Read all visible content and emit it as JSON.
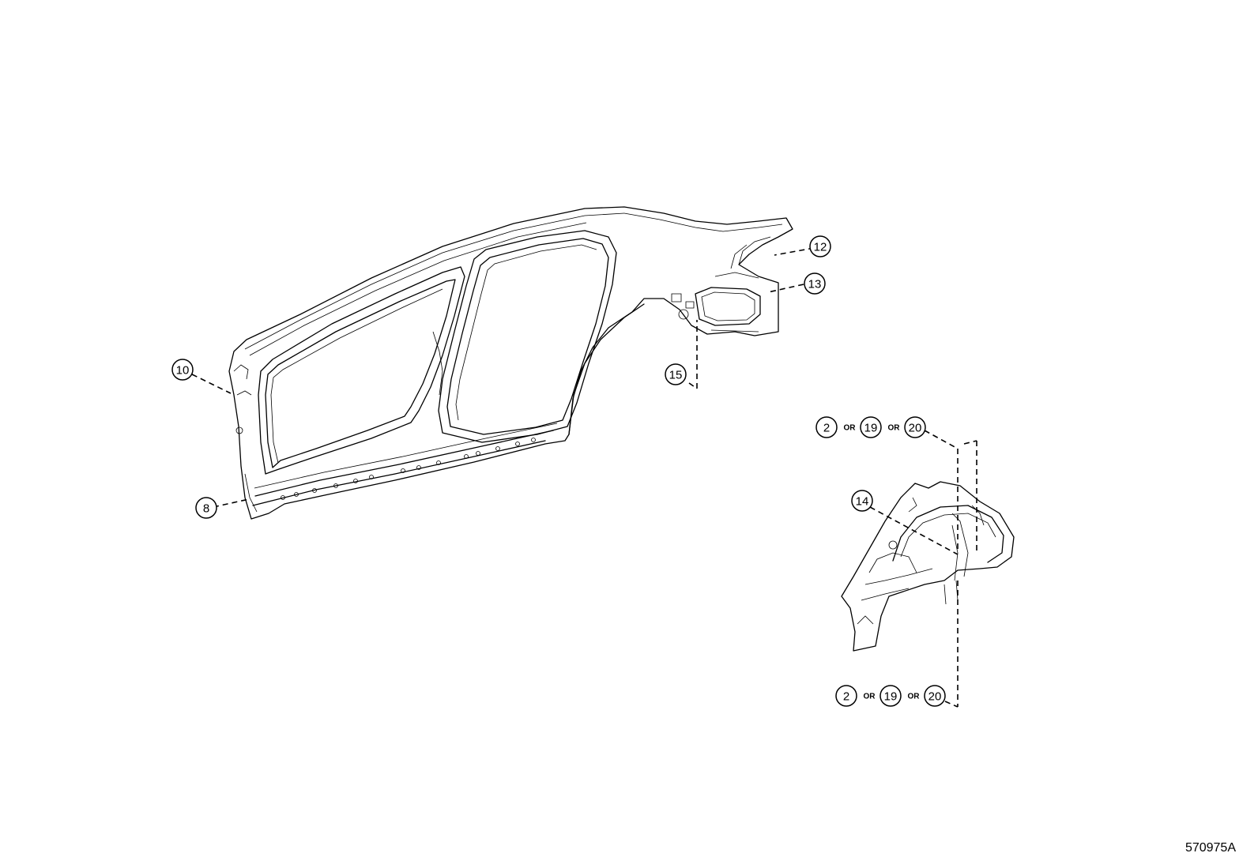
{
  "callouts": {
    "c10": "10",
    "c8": "8",
    "c12": "12",
    "c13": "13",
    "c15": "15",
    "c14": "14",
    "top_group": {
      "a": "2",
      "or1": "OR",
      "b": "19",
      "or2": "OR",
      "c": "20"
    },
    "bottom_group": {
      "a": "2",
      "or1": "OR",
      "b": "19",
      "or2": "OR",
      "c": "20"
    }
  },
  "reference_code": "570975A"
}
